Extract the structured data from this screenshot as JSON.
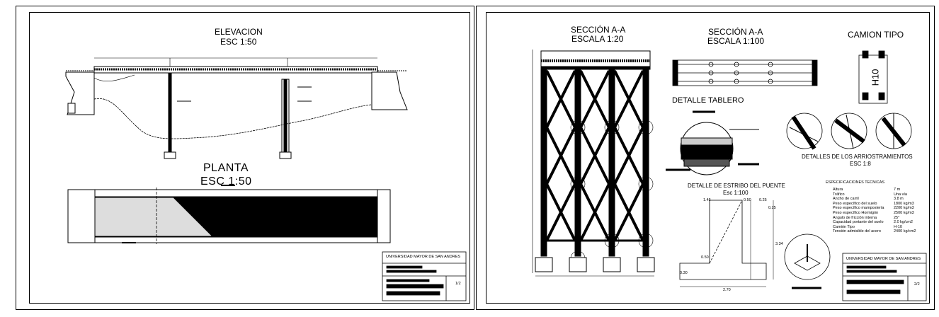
{
  "sheet1": {
    "elevacion_title": "ELEVACION",
    "elevacion_scale": "ESC 1:50",
    "planta_title": "PLANTA",
    "planta_scale": "ESC 1:50",
    "title_block": {
      "university": "UNIVERSIDAD MAYOR DE SAN ANDRES",
      "sheet_no": "1/2"
    }
  },
  "sheet2": {
    "seccion_a_title": "SECCIÓN A-A",
    "seccion_a_scale": "ESCALA 1:20",
    "seccion_b_title": "SECCIÓN A-A",
    "seccion_b_scale": "ESCALA 1:100",
    "camion_title": "CAMION TIPO",
    "camion_label": "H10",
    "detalle_tablero": "DETALLE TABLERO",
    "arriostramientos_title": "DETALLES DE LOS ARRIOSTRAMIENTOS",
    "arriostramientos_scale": "ESC 1:8",
    "estribo_title": "DETALLE DE ESTRIBO DEL PUENTE",
    "estribo_scale": "Esc 1:100",
    "estribo_dims": {
      "d1": "1.45",
      "d2": "0.50",
      "d3": "0.25",
      "d4": "0.25",
      "d5": "3.34",
      "d6": "0.50",
      "d7": "0.30",
      "d8": "2.70"
    },
    "especificaciones": {
      "title": "ESPECIFICACIONES TECNICAS",
      "rows": [
        {
          "label": "Altura",
          "value": "7 m"
        },
        {
          "label": "Tráfico",
          "value": "Una vía"
        },
        {
          "label": "Ancho de carril",
          "value": "3.8 m"
        },
        {
          "label": "Peso específico del suelo",
          "value": "1800 kg/m3"
        },
        {
          "label": "Peso específico mampostería",
          "value": "2200 kg/m3"
        },
        {
          "label": "Peso específico Hormigón",
          "value": "2500 kg/m3"
        },
        {
          "label": "Angulo de fricción interna",
          "value": "25°"
        },
        {
          "label": "Capacidad portante del suelo",
          "value": "2.0 kg/cm2"
        },
        {
          "label": "Camión Tipo",
          "value": "H-10"
        },
        {
          "label": "Tensión admisible del acero",
          "value": "2400 kg/cm2"
        }
      ]
    },
    "title_block": {
      "university": "UNIVERSIDAD MAYOR DE SAN ANDRES",
      "sheet_no": "2/2"
    }
  }
}
